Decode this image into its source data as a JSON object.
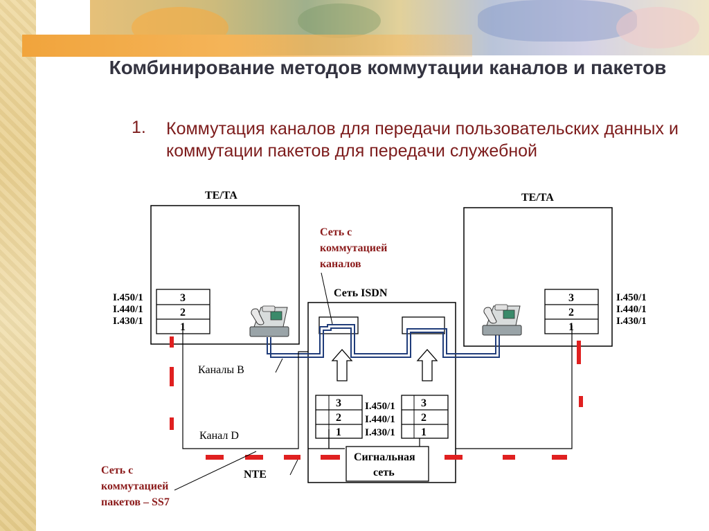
{
  "slide": {
    "title": "Комбинирование методов коммутации каналов и пакетов",
    "bullet_number": "1.",
    "bullet_text": "Коммутация каналов для передачи пользовательских данных и коммутации пакетов для передачи служебной"
  },
  "diagram": {
    "left_terminal_label": "TE/TA",
    "right_terminal_label": "TE/TA",
    "isdn_label": "Сеть ISDN",
    "circuit_net_lines": [
      "Сеть с",
      "коммутацией",
      "каналов"
    ],
    "packet_net_lines": [
      "Сеть с",
      "коммутацией",
      "пакетов – SS7"
    ],
    "channels_b": "Каналы В",
    "channel_d": "Канал D",
    "nte": "NTE",
    "signal_net_lines": [
      "Сигнальная",
      "сеть"
    ],
    "protocol_labels": [
      "I.450/1",
      "I.440/1",
      "I.430/1"
    ],
    "stack_levels": [
      "3",
      "2",
      "1"
    ],
    "colors": {
      "circuit_path": "#1f3c7a",
      "packet_path": "#e02020",
      "bullet_text": "#7d1c1c"
    }
  }
}
